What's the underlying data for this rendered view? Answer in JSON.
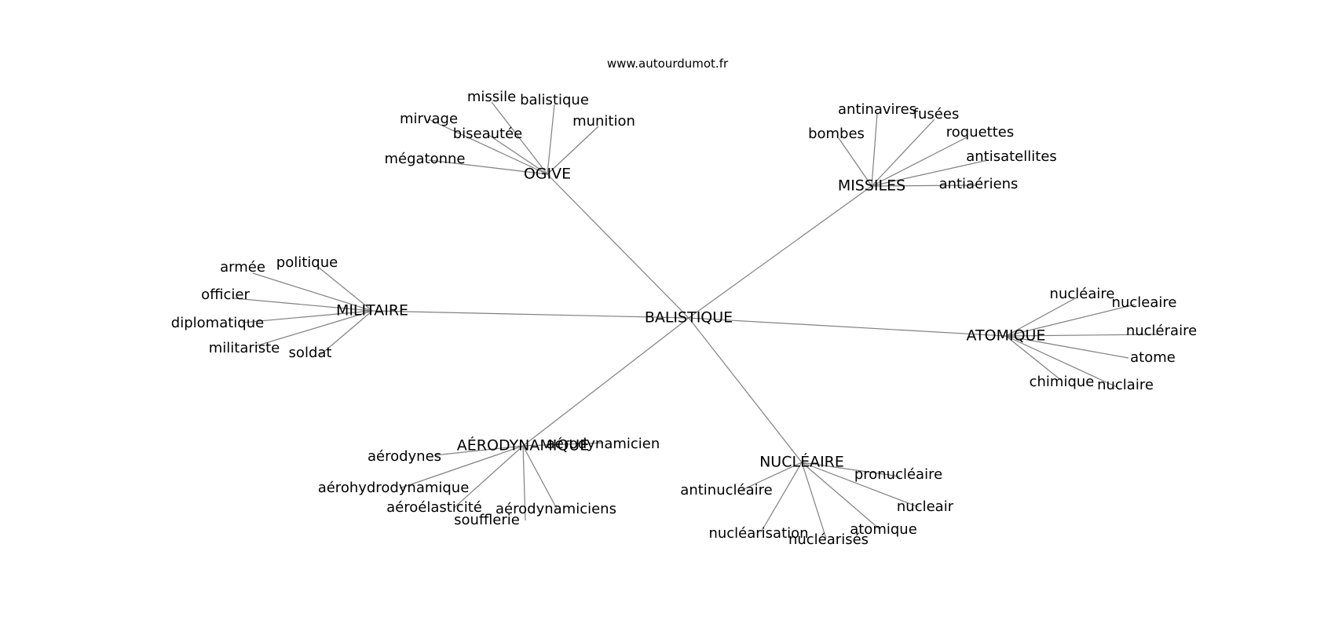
{
  "source_text": "www.autourdumot.fr",
  "center": "BALISTIQUE",
  "clusters": [
    {
      "hub": "OGIVE",
      "leaves": [
        "missile",
        "balistique",
        "mirvage",
        "munition",
        "biseautée",
        "mégatonne"
      ]
    },
    {
      "hub": "MISSILES",
      "leaves": [
        "antinavires",
        "fusées",
        "bombes",
        "roquettes",
        "antisatellites",
        "antiaériens"
      ]
    },
    {
      "hub": "MILITAIRE",
      "leaves": [
        "politique",
        "armée",
        "officier",
        "diplomatique",
        "militariste",
        "soldat"
      ]
    },
    {
      "hub": "ATOMIQUE",
      "leaves": [
        "nucléaire",
        "nucleaire",
        "nucléraire",
        "atome",
        "chimique",
        "nuclaire"
      ]
    },
    {
      "hub": "AÉRODYNAMIQUE",
      "leaves": [
        "aérodynamicien",
        "aérodynes",
        "aérohydrodynamique",
        "aéroélasticité",
        "aérodynamiciens",
        "soufflerie"
      ]
    },
    {
      "hub": "NUCLÉAIRE",
      "leaves": [
        "pronucléaire",
        "antinucléaire",
        "nucleair",
        "atomique",
        "nucléarisation",
        "nucléarisés"
      ]
    }
  ],
  "edge_color": "#808080"
}
